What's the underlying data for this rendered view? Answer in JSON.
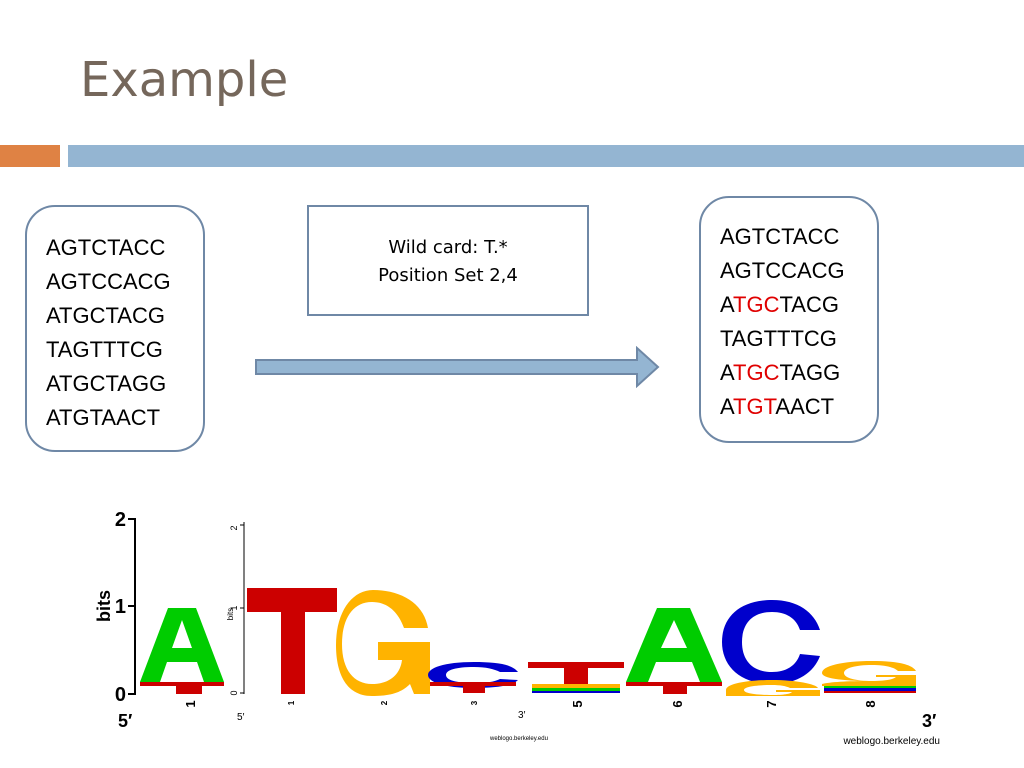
{
  "slide": {
    "title": "Example",
    "colors": {
      "title": "#75675b",
      "accent_orange": "#df8244",
      "accent_blue": "#94b5d2",
      "box_border": "#6f88a6",
      "highlight_red": "#e00000"
    }
  },
  "input_sequences": [
    "AGTCTACC",
    "AGTCCACG",
    "ATGCTACG",
    "TAGTTTCG",
    "ATGCTAGG",
    "ATGTAACT"
  ],
  "wildcard_box": {
    "line1": "Wild card: T.*",
    "line2": "Position Set 2,4"
  },
  "output_sequences": [
    {
      "pre": "AGTCTACC",
      "hl": "",
      "post": ""
    },
    {
      "pre": "AGTCCACG",
      "hl": "",
      "post": ""
    },
    {
      "pre": "A",
      "hl": "TGC",
      "post": "TACG"
    },
    {
      "pre": "TAGTTTCG",
      "hl": "",
      "post": ""
    },
    {
      "pre": "A",
      "hl": "TGC",
      "post": "TAGG"
    },
    {
      "pre": "A",
      "hl": "TGT",
      "post": "AACT"
    }
  ],
  "arrow_icon": "right-arrow-icon",
  "weblogo": {
    "ylabel": "bits",
    "y_ticks": [
      "0",
      "1",
      "2"
    ],
    "inset_y_ticks": [
      "0",
      "1",
      "2"
    ],
    "inset_ylabel": "bits",
    "x_ticks": [
      "1",
      "1",
      "2",
      "3",
      "5",
      "6",
      "7",
      "8"
    ],
    "end_5": "5′",
    "end_3": "3′",
    "inset_end_5": "5′",
    "inset_end_3": "3′",
    "credit": "weblogo.berkeley.edu",
    "inset_credit": "weblogo.berkeley.edu",
    "colors": {
      "A": "#00cc00",
      "C": "#0000cc",
      "G": "#ffb300",
      "T": "#cc0000"
    }
  }
}
